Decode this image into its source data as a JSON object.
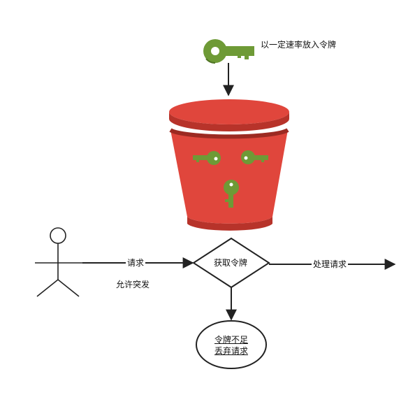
{
  "labels": {
    "rate_label": "以一定速率放入令牌",
    "request_label": "请求",
    "burst_label": "允许突发",
    "acquire_token": "获取令牌",
    "process_request": "处理请求",
    "discard_line1": "令牌不足",
    "discard_line2": "丢弃请求"
  },
  "colors": {
    "bucket_red": "#e0463c",
    "bucket_rim": "#b7332a",
    "bucket_dark": "#9c2a22",
    "key_green": "#6e9a36",
    "key_dark": "#4f7424",
    "line": "#222222"
  }
}
